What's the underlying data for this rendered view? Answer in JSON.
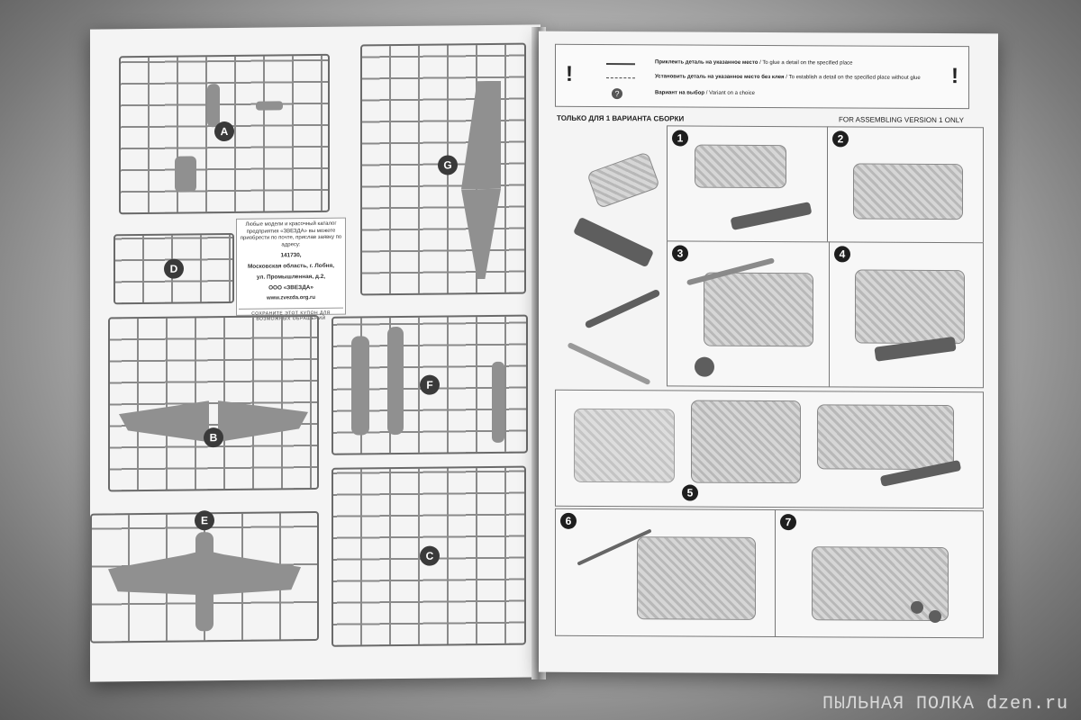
{
  "left_page": {
    "sprues": [
      {
        "letter": "A"
      },
      {
        "letter": "G"
      },
      {
        "letter": "D"
      },
      {
        "letter": "B"
      },
      {
        "letter": "F"
      },
      {
        "letter": "E"
      },
      {
        "letter": "C"
      }
    ],
    "coupon": {
      "intro": "Любые модели и красочный каталог предприятия «ЗВЕЗДА» вы можете приобрести по почте, прислав заявку по адресу:",
      "zip": "141730,",
      "region": "Московская область, г. Лобня,",
      "street": "ул. Промышленная, д.2,",
      "company": "ООО «ЗВЕЗДА»",
      "url": "www.zvezda.org.ru",
      "note": "СОХРАНИТЕ ЭТОТ КУПОН ДЛЯ ВОЗМОЖНЫХ ОБРАЩЕНИЙ"
    }
  },
  "right_page": {
    "legend": {
      "glue_ru": "Приклеить деталь на указанное место",
      "glue_en": "To glue a detail on the specified place",
      "noglue_ru": "Установить деталь на указанное место без клея",
      "noglue_en": "To establish a detail on the specified place without glue",
      "choice_ru": "Вариант на выбор",
      "choice_en": "Variant on a choice",
      "sep": " / "
    },
    "header_ru": "ТОЛЬКО ДЛЯ 1 ВАРИАНТА СБОРКИ",
    "header_en": "FOR ASSEMBLING VERSION 1 ONLY",
    "steps": [
      "1",
      "2",
      "3",
      "4",
      "5",
      "6",
      "7"
    ]
  },
  "watermark": "ПЫЛЬНАЯ ПОЛКА dzen.ru"
}
